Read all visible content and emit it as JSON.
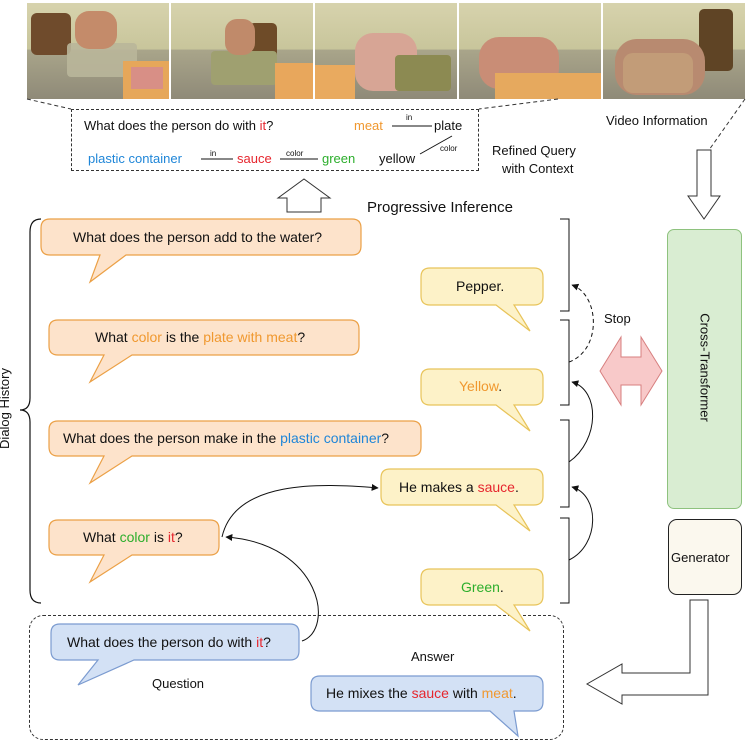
{
  "video_frames": [
    {
      "id": 1
    },
    {
      "id": 2
    },
    {
      "id": 3
    },
    {
      "id": 4
    },
    {
      "id": 5
    }
  ],
  "refined_query": {
    "question_prefix": "What does the person do with ",
    "question_it": "it",
    "question_suffix": "?",
    "graph": {
      "meat": "meat",
      "in_1": "in",
      "plate": "plate",
      "color_1": "color",
      "yellow": "yellow",
      "plastic_container": "plastic container",
      "in_2": "in",
      "sauce": "sauce",
      "color_2": "color",
      "green": "green"
    }
  },
  "labels": {
    "video_information": "Video Information",
    "refined_query_line1": "Refined Query",
    "refined_query_line2": "with Context",
    "progressive_inference": "Progressive Inference",
    "stop": "Stop",
    "dialog_history": "Dialog History",
    "cross_transformer": "Cross-Transformer",
    "generator": "Generator",
    "answer": "Answer",
    "question": "Question"
  },
  "dialog": {
    "q1": "What does the person add to the water?",
    "a1": "Pepper.",
    "q2_pre": "What ",
    "q2_color": "color",
    "q2_mid": " is the ",
    "q2_obj": "plate with meat",
    "q2_end": "?",
    "a2_word": "Yellow",
    "a2_end": ".",
    "q3_pre": "What does the person make in the ",
    "q3_obj": "plastic container",
    "q3_end": "?",
    "a3_pre": "He makes a ",
    "a3_word": "sauce",
    "a3_end": ".",
    "q4_pre": "What ",
    "q4_color": "color",
    "q4_mid": " is ",
    "q4_it": "it",
    "q4_end": "?",
    "a4_word": "Green",
    "a4_end": ".",
    "current_q_pre": "What does the person do with ",
    "current_q_it": "it",
    "current_q_end": "?",
    "answer_pre": "He mixes the ",
    "answer_sauce": "sauce",
    "answer_mid": " with ",
    "answer_meat": "meat",
    "answer_end": "."
  },
  "colors": {
    "question_bubble": "#fde3cb",
    "question_border": "#eba046",
    "answer_bubble": "#fdf2c8",
    "answer_border": "#e8c45a",
    "current_bubble": "#d3e1f5",
    "current_border": "#7b9bd0",
    "cross_transformer_fill": "#d9edd2",
    "cross_transformer_border": "#8ec27e",
    "generator_fill": "#fbf8ee",
    "stop_arrow_fill": "#f8c9c9",
    "stop_arrow_border": "#d77f7f",
    "orange": "#f0982f",
    "red": "#e6262e",
    "blue": "#1f86d8",
    "green": "#2cae2c"
  }
}
